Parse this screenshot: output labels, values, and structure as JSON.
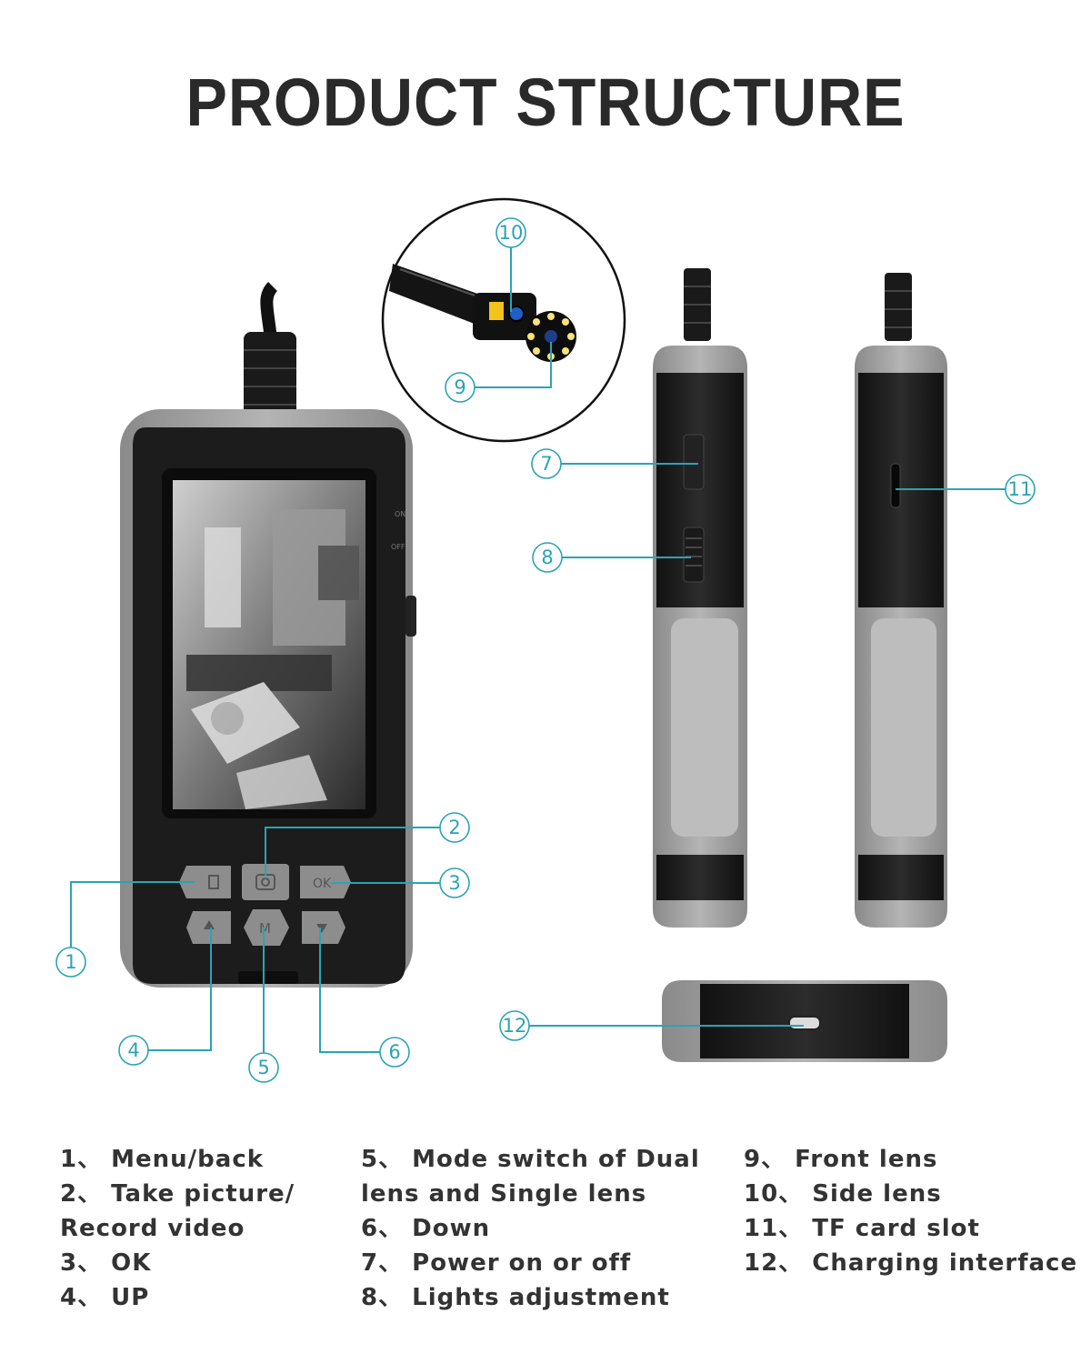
{
  "title": "PRODUCT STRUCTURE",
  "accent_color": "#2ba3b5",
  "device": {
    "buttons": {
      "ok_label": "OK",
      "mode_label": "M"
    },
    "side_labels": {
      "on": "ON",
      "off": "OFF"
    }
  },
  "callouts": [
    "1",
    "2",
    "3",
    "4",
    "5",
    "6",
    "7",
    "8",
    "9",
    "10",
    "11",
    "12"
  ],
  "legend": {
    "col1": [
      "1、 Menu/back",
      "2、 Take picture/",
      "Record video",
      "3、 OK",
      "4、 UP"
    ],
    "col2": [
      "5、 Mode switch of Dual",
      "lens and Single lens",
      "6、 Down",
      "7、 Power on or off",
      "8、 Lights adjustment"
    ],
    "col3": [
      "9、 Front lens",
      "10、 Side lens",
      "11、 TF card slot",
      "12、 Charging interface"
    ]
  }
}
